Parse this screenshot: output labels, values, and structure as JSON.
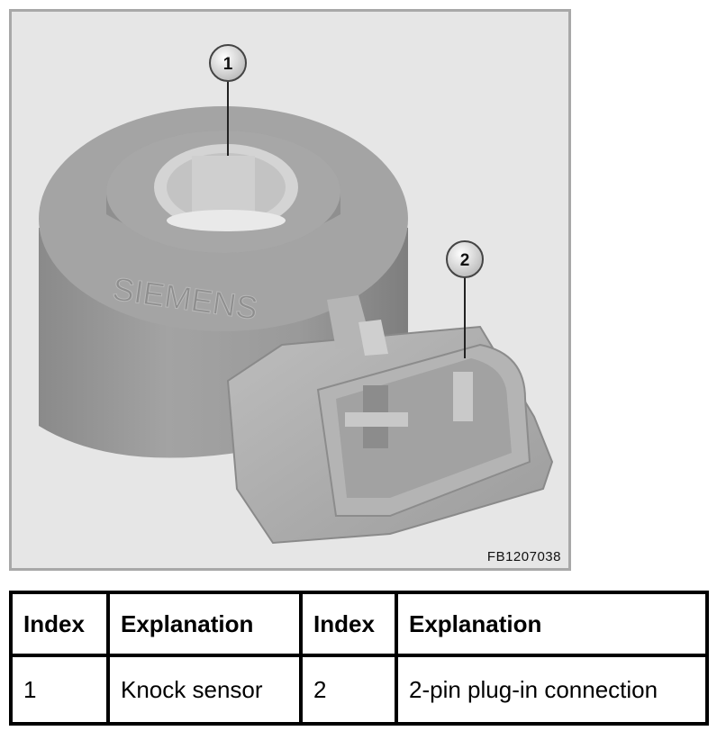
{
  "figure": {
    "callouts": [
      "1",
      "2"
    ],
    "brand_text": "SIEMENS",
    "code": "FB1207038"
  },
  "table": {
    "headers": [
      "Index",
      "Explanation",
      "Index",
      "Explanation"
    ],
    "rows": [
      [
        "1",
        "Knock sensor",
        "2",
        "2-pin plug-in connection"
      ]
    ]
  }
}
